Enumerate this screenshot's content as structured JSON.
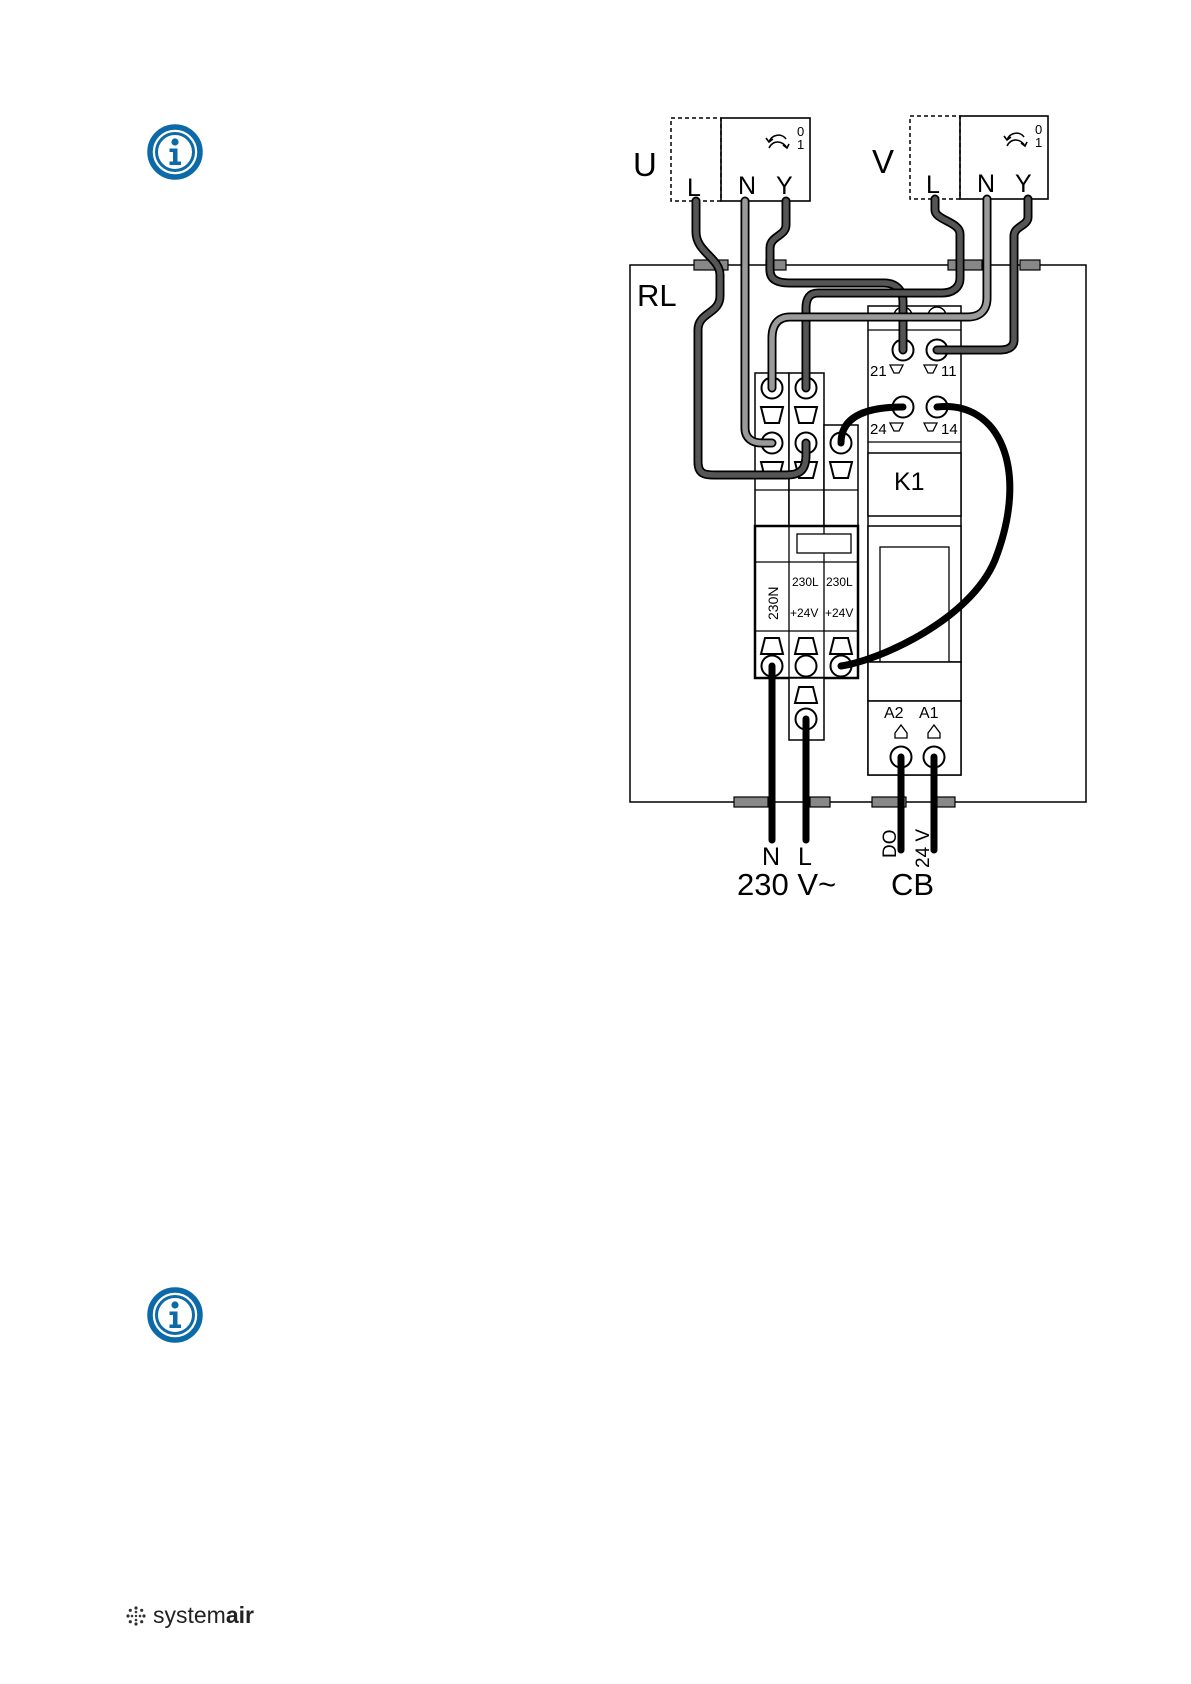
{
  "diagram": {
    "device_u_label": "U",
    "device_v_label": "V",
    "device_u_terminals": [
      "L",
      "N",
      "Y"
    ],
    "device_v_terminals": [
      "L",
      "N",
      "Y"
    ],
    "switch_positions": [
      "0",
      "1"
    ],
    "enclosure_label": "RL",
    "relay_label": "K1",
    "relay_contacts": [
      "21",
      "11",
      "24",
      "14"
    ],
    "coil_terminals": [
      "A2",
      "A1"
    ],
    "supply_block_labels": [
      "230N",
      "230L",
      "+24V",
      "230L",
      "+24V"
    ],
    "supply_wire_labels": [
      "N",
      "L"
    ],
    "supply_voltage": "230 V~",
    "cb_wire_labels": [
      "DO",
      "24 V"
    ],
    "cb_label": "CB",
    "colors": {
      "wire_black": "#000000",
      "wire_dark": "#4a4a4a",
      "wire_light": "#9a9a9a",
      "info_blue": "#0d6aa8"
    }
  },
  "footer": {
    "brand_prefix": "system",
    "brand_suffix": "air"
  }
}
